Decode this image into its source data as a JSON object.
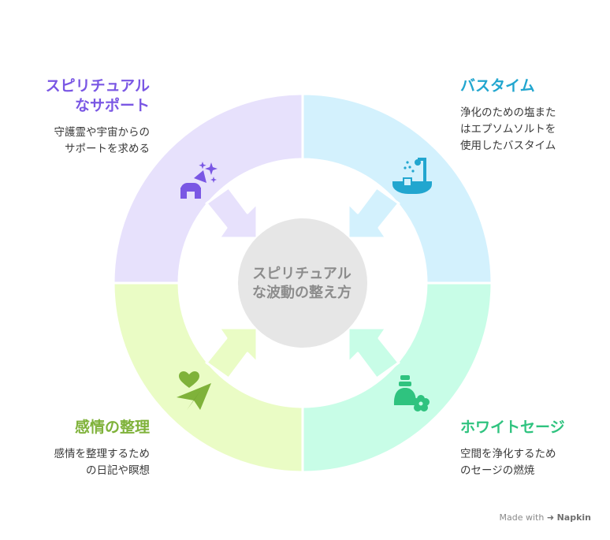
{
  "center": {
    "line1": "スピリチュアル",
    "line2": "な波動の整え方"
  },
  "quadrants": {
    "top_left": {
      "title_line1": "スピリチュアル",
      "title_line2": "なサポート",
      "desc_line1": "守護霊や宇宙からの",
      "desc_line2": "サポートを求める",
      "color": "#7a57e4",
      "fill": "#e7e1fc",
      "icon": "magic-hat-icon"
    },
    "top_right": {
      "title": "バスタイム",
      "desc_line1": "浄化のための塩また",
      "desc_line2": "はエプソムソルトを",
      "desc_line3": "使用したバスタイム",
      "color": "#22a6cf",
      "fill": "#d3f1fd",
      "icon": "bathtub-shower-icon"
    },
    "bottom_left": {
      "title": "感情の整理",
      "desc_line1": "感情を整理するため",
      "desc_line2": "の日記や瞑想",
      "color": "#7fb23a",
      "fill": "#eafcc5",
      "icon": "heart-plane-icon"
    },
    "bottom_right": {
      "title": "ホワイトセージ",
      "desc_line1": "空間を浄化するため",
      "desc_line2": "のセージの燃焼",
      "color": "#2fc37f",
      "fill": "#c8fde7",
      "icon": "incense-flower-icon"
    }
  },
  "center_fill": "#e6e6e6",
  "footer": {
    "made_with": "Made with",
    "brand": "Napkin"
  }
}
